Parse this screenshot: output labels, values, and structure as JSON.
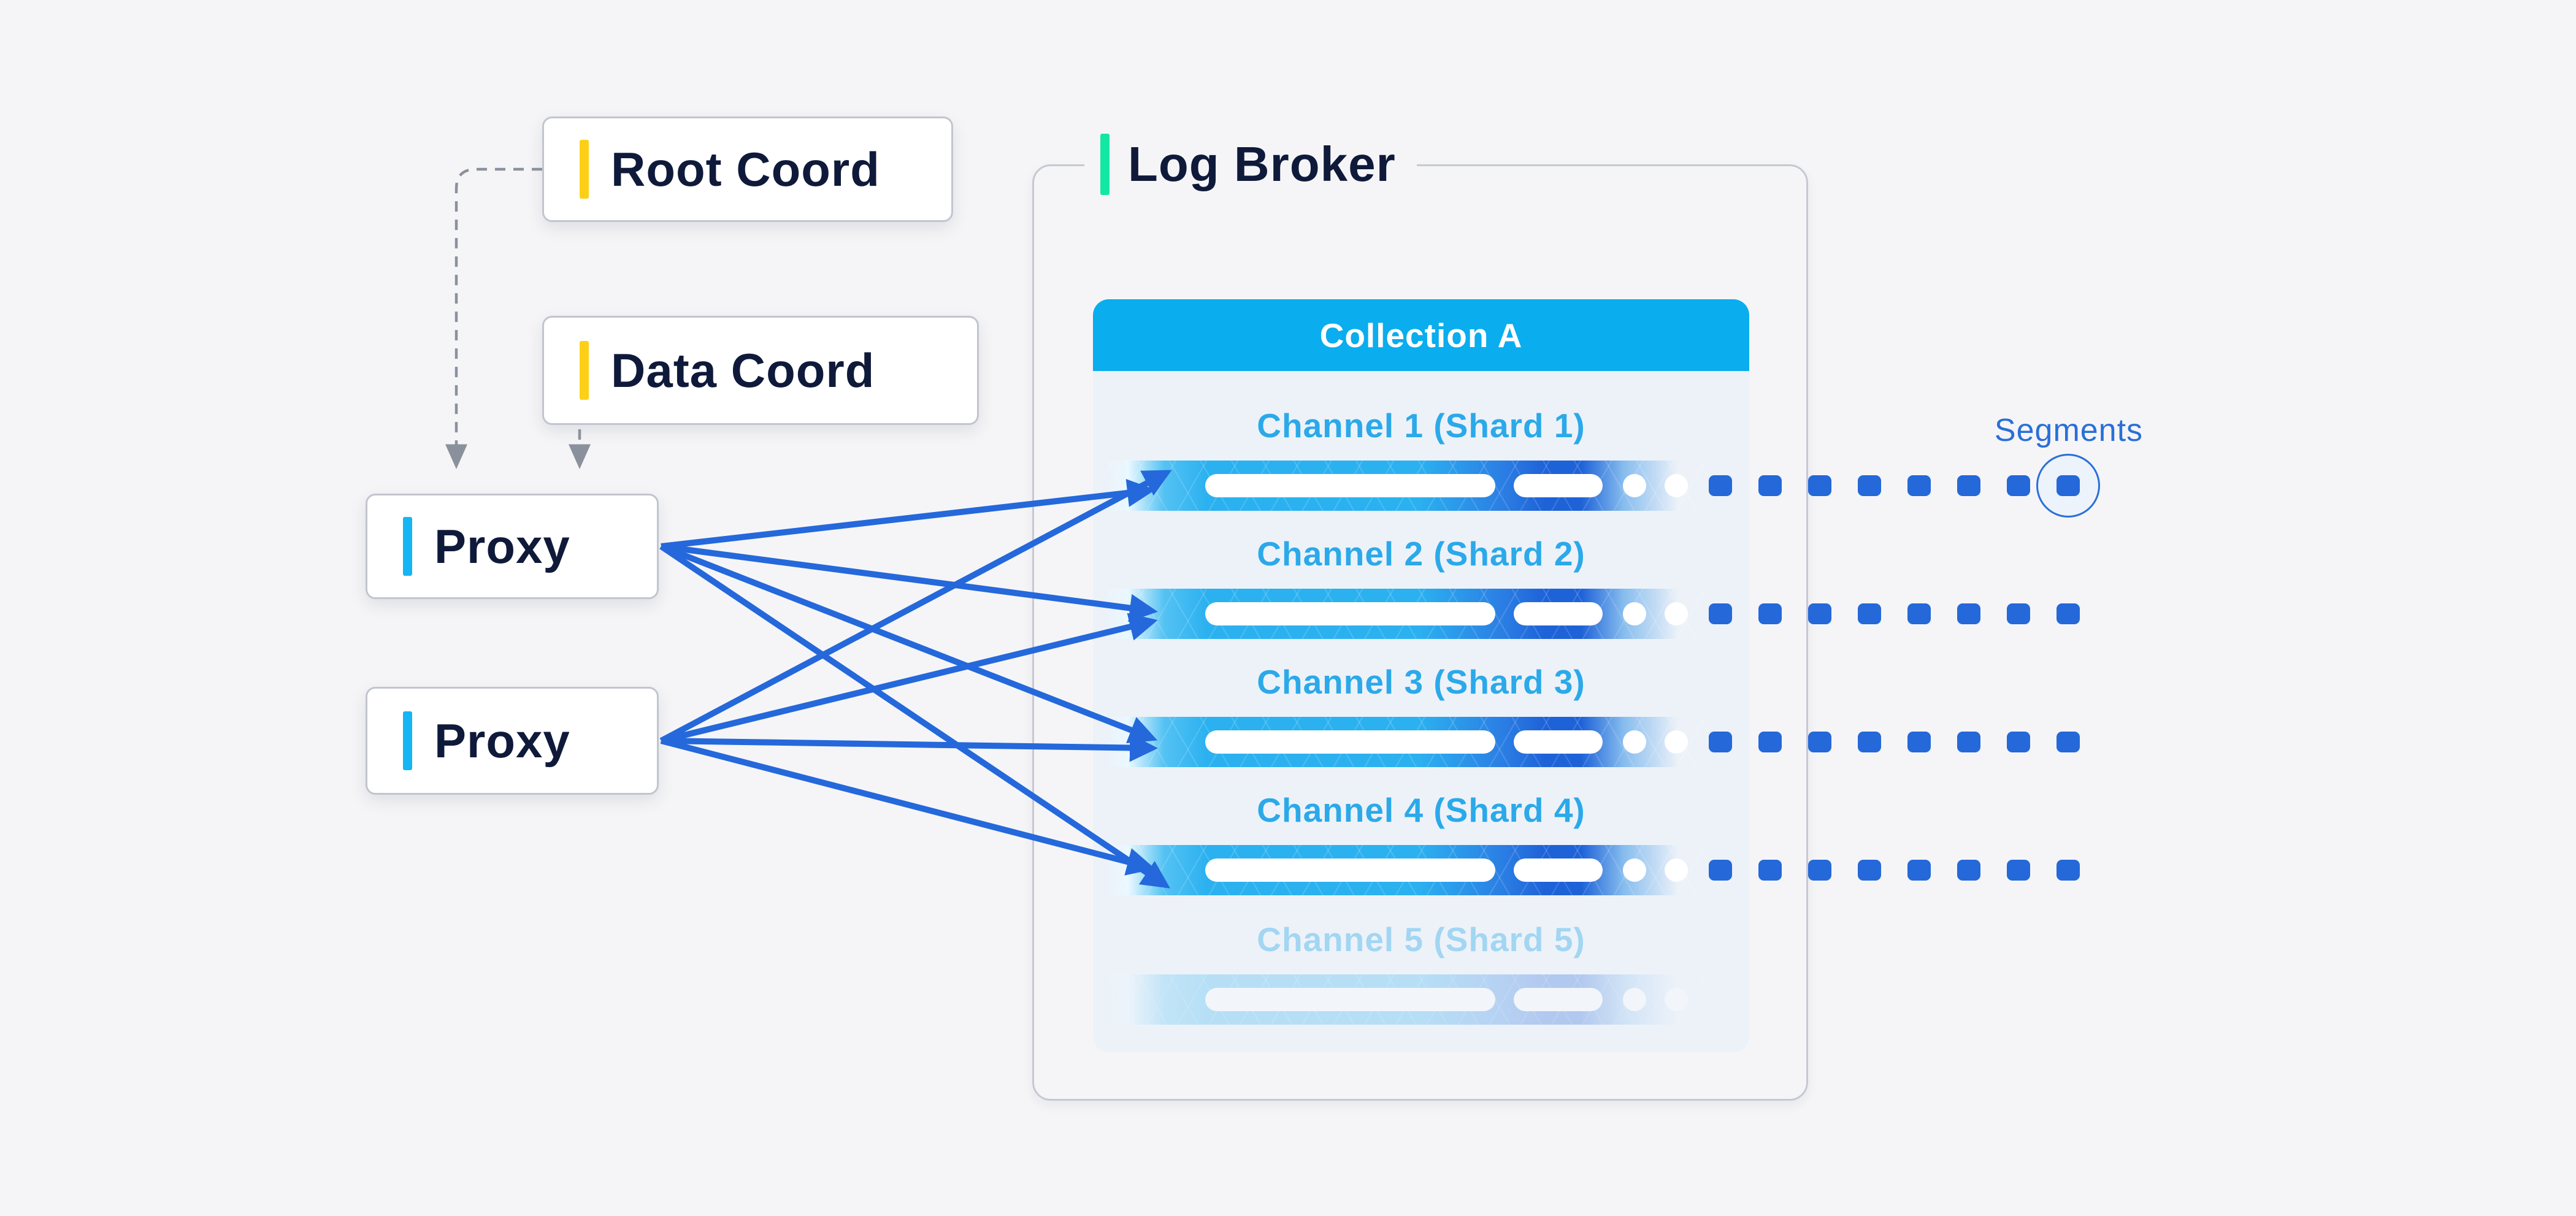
{
  "diagram": {
    "nodes": {
      "root_coord": {
        "label": "Root Coord",
        "accent_color": "#fdd017"
      },
      "data_coord": {
        "label": "Data Coord",
        "accent_color": "#fdd017"
      },
      "proxy_1": {
        "label": "Proxy",
        "accent_color": "#16b5f3"
      },
      "proxy_2": {
        "label": "Proxy",
        "accent_color": "#16b5f3"
      }
    },
    "log_broker": {
      "label": "Log Broker",
      "accent_color": "#13e7a4",
      "collection": {
        "title": "Collection A",
        "header_color": "#0aadee",
        "channels": [
          {
            "label": "Channel 1 (Shard 1)",
            "active": true,
            "segment_count": 8,
            "last_segment_circled": true
          },
          {
            "label": "Channel 2 (Shard 2)",
            "active": true,
            "segment_count": 8,
            "last_segment_circled": false
          },
          {
            "label": "Channel 3 (Shard 3)",
            "active": true,
            "segment_count": 8,
            "last_segment_circled": false
          },
          {
            "label": "Channel 4 (Shard 4)",
            "active": true,
            "segment_count": 8,
            "last_segment_circled": false
          },
          {
            "label": "Channel 5 (Shard 5)",
            "active": false,
            "segment_count": 0,
            "last_segment_circled": false
          }
        ]
      }
    },
    "annotations": {
      "segments_label": "Segments"
    },
    "colors": {
      "segment_blue": "#2468d9",
      "arrow_blue": "#2468db",
      "channel_title_blue": "#2ba9e9",
      "navy_text": "#0f1a3a",
      "dashed_gray": "#8b919c"
    }
  }
}
